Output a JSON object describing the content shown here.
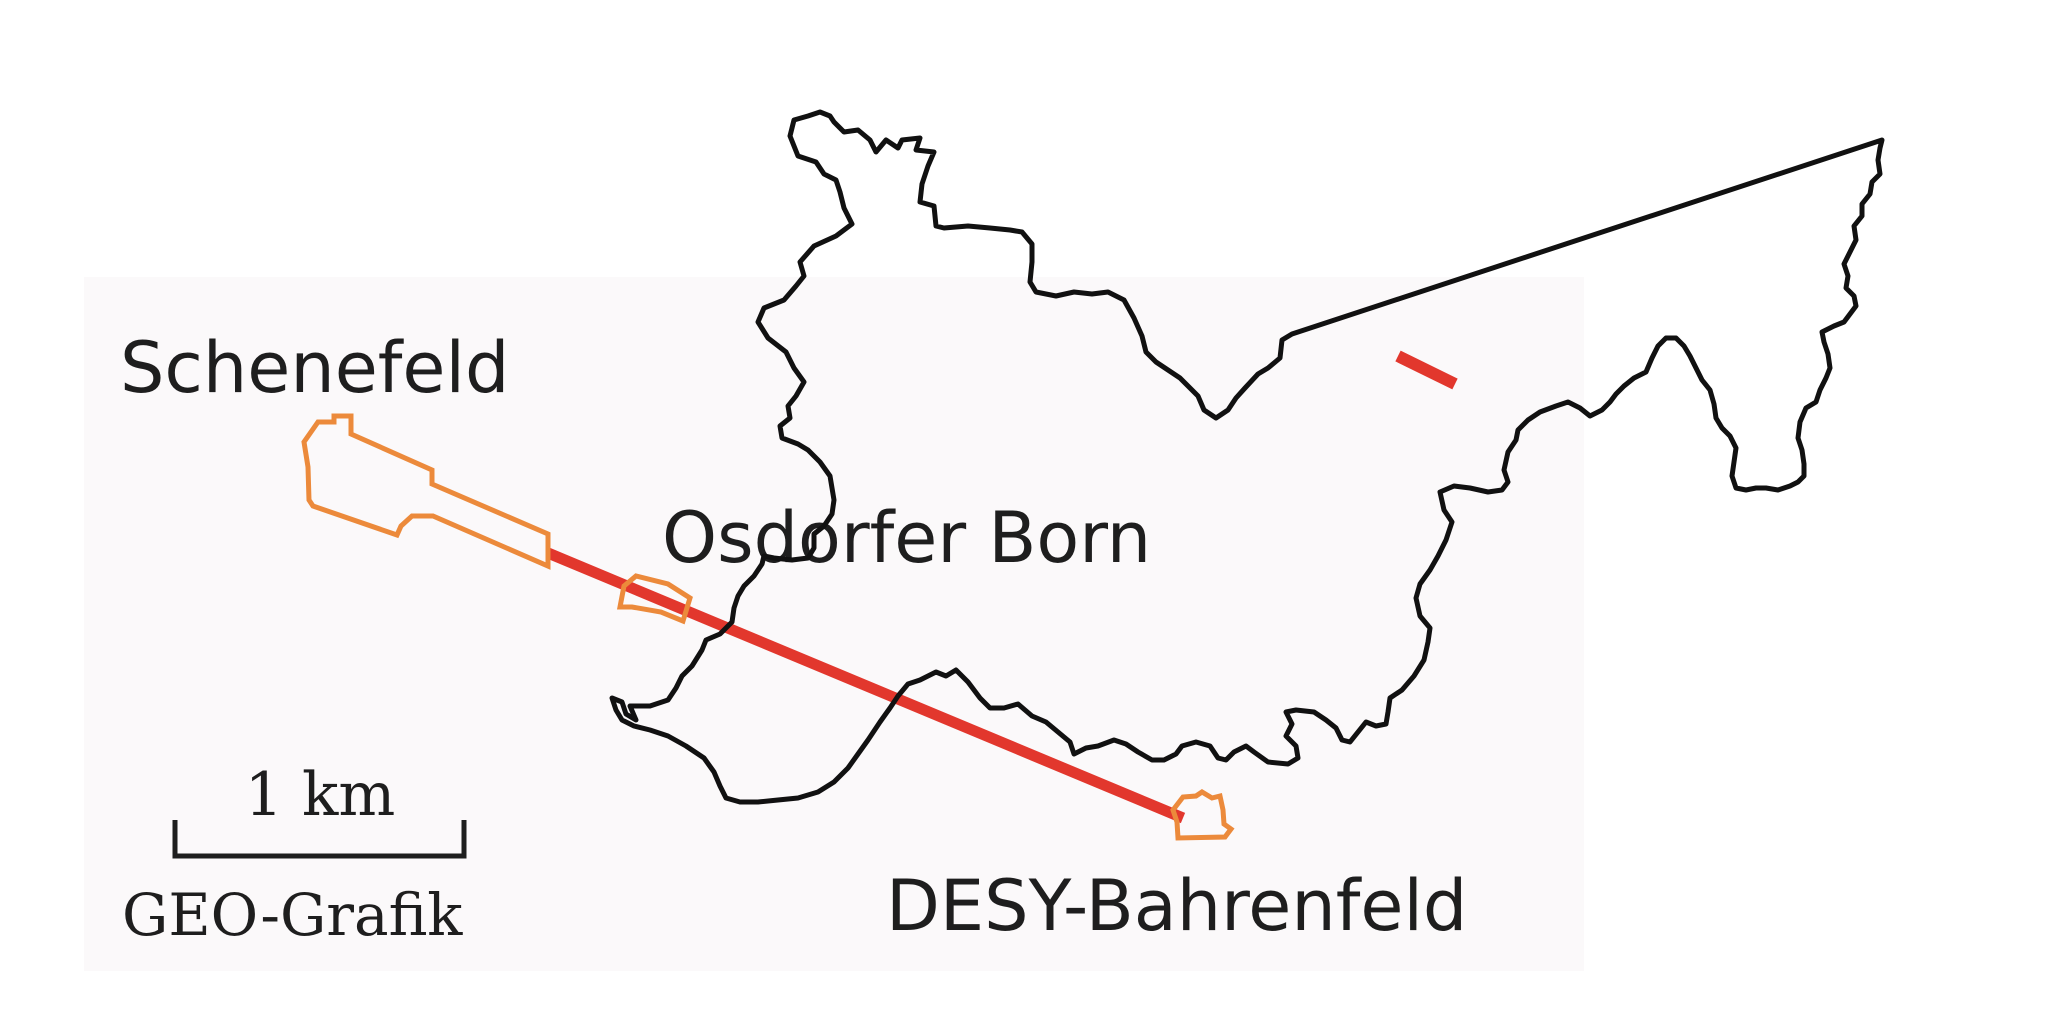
{
  "map": {
    "places": {
      "schenefeld": "Schenefeld",
      "osdorfer_born": "Osdorfer Born",
      "desy_bahrenfeld": "DESY-Bahrenfeld"
    },
    "scale_bar_label": "1 km",
    "credit": "GEO-Grafik",
    "colors": {
      "panel_background": "#fbf9fa",
      "tunnel_line": "#e2372d",
      "site_outline": "#ec8a3b",
      "text": "#1e1e1e",
      "city_outline": "#111111"
    }
  }
}
